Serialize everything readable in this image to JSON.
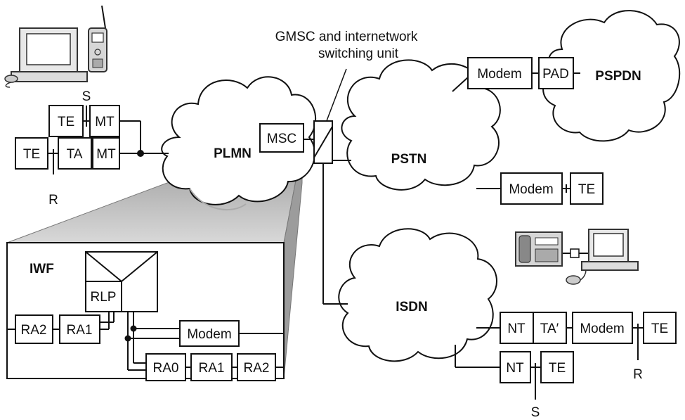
{
  "callout": {
    "line1": "GMSC and internetwork",
    "line2": "switching unit"
  },
  "networks": {
    "plmn": "PLMN",
    "pstn": "PSTN",
    "pspdn": "PSPDN",
    "isdn": "ISDN"
  },
  "ref_points": {
    "s_mobile": "S",
    "r_mobile": "R",
    "r_isdn": "R",
    "s_isdn": "S"
  },
  "boxes": {
    "te_mobile_top": "TE",
    "mt_top": "MT",
    "te_mobile_bottom": "TE",
    "ta_mobile": "TA",
    "mt_bottom": "MT",
    "msc": "MSC",
    "modem_pspdn": "Modem",
    "pad": "PAD",
    "modem_pstn": "Modem",
    "te_pstn": "TE",
    "nt_top": "NT",
    "ta_prime": "TA′",
    "modem_isdn": "Modem",
    "te_isdn_top": "TE",
    "nt_bottom": "NT",
    "te_isdn_bottom": "TE"
  },
  "iwf": {
    "title": "IWF",
    "rlp": "RLP",
    "ra2_left": "RA2",
    "ra1_left": "RA1",
    "modem": "Modem",
    "ra0": "RA0",
    "ra1_right": "RA1",
    "ra2_right": "RA2"
  }
}
